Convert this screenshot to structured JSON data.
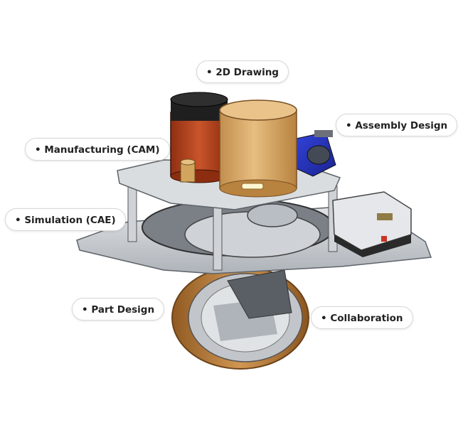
{
  "labels": {
    "drawing_2d": "• 2D Drawing",
    "assembly_design": "• Assembly Design",
    "manufacturing_cam": "• Manufacturing (CAM)",
    "simulation_cae": "• Simulation (CAE)",
    "part_design": "• Part Design",
    "collaboration": "• Collaboration"
  },
  "colors": {
    "motor_gold": "#d6a561",
    "motor_red": "#b8461f",
    "motor_blue": "#2736c8",
    "plate_gray": "#c9cdd2",
    "wheel_tread": "#c98a45",
    "dark": "#2b2b2b"
  }
}
